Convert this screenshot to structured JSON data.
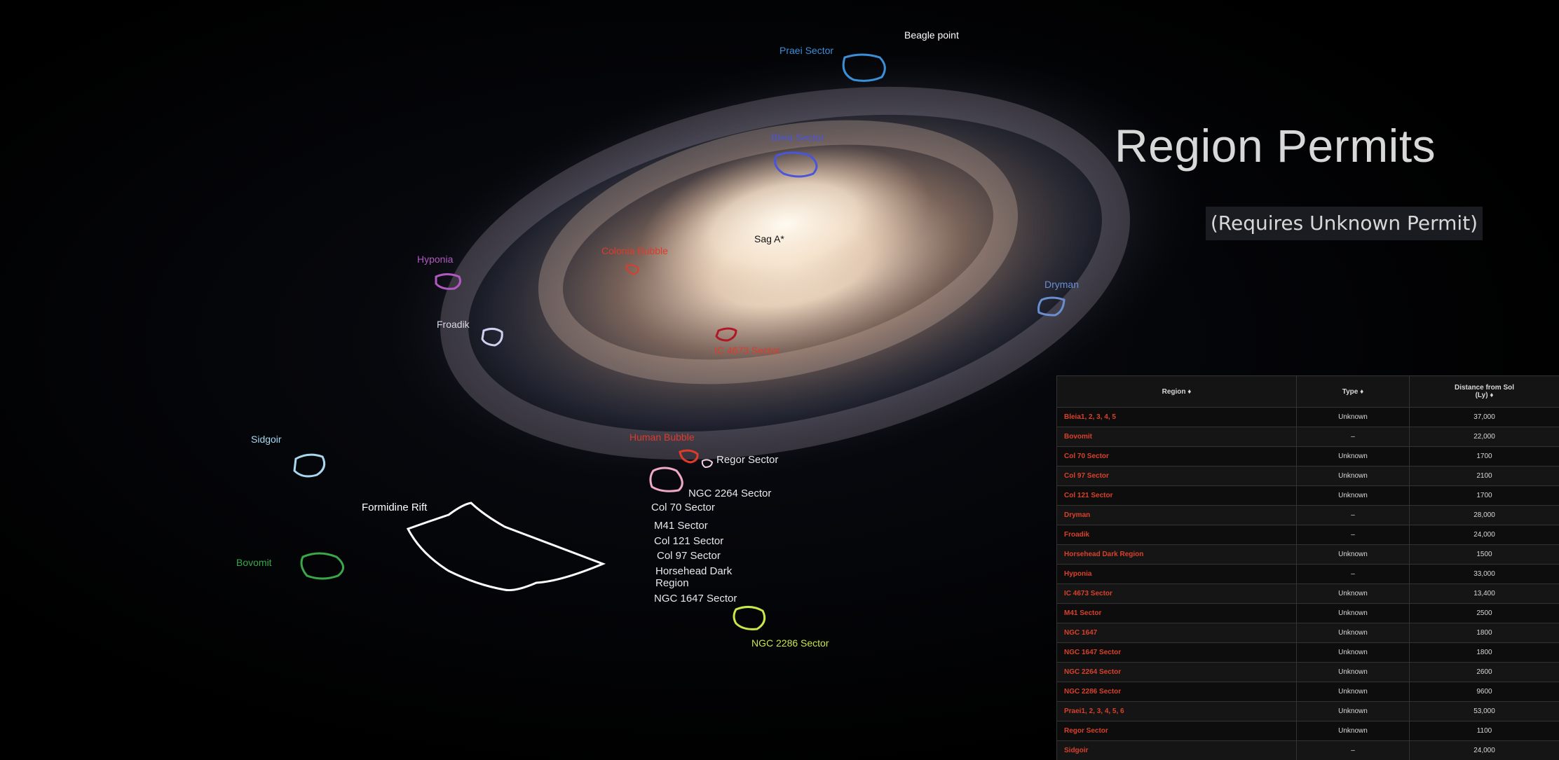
{
  "title": "Region Permits",
  "subtitle": "(Requires Unknown Permit)",
  "map_labels": {
    "beagle_point": "Beagle point",
    "praei_sector": "Praei Sector",
    "bleia_sector": "Bleia Sector",
    "sag_a": "Sag A*",
    "colonia_bubble": "Colonia Bubble",
    "hyponia": "Hyponia",
    "dryman": "Dryman",
    "froadik": "Froadik",
    "ic4673_sector": "IC 4673 Sector",
    "sidgoir": "Sidgoir",
    "human_bubble": "Human Bubble",
    "regor_sector": "Regor Sector",
    "ngc2264_sector": "NGC 2264 Sector",
    "col70_sector": "Col 70 Sector",
    "formidine_rift": "Formidine Rift",
    "m41_sector": "M41 Sector",
    "col121_sector": "Col 121 Sector",
    "col97_sector": "Col 97 Sector",
    "horsehead_line1": "Horsehead Dark",
    "horsehead_line2": "Region",
    "ngc1647_sector": "NGC 1647 Sector",
    "bovomit": "Bovomit",
    "ngc2286_sector": "NGC 2286 Sector"
  },
  "colors": {
    "praei": "#3a8fd8",
    "bleia": "#4a55d8",
    "colonia": "#e03a2a",
    "hyponia": "#b05ac0",
    "dryman": "#6a8ed0",
    "froadik": "#d0d0f0",
    "ic4673": "#b01828",
    "sidgoir": "#a8d8f0",
    "human": "#e03a2a",
    "regor": "#f0d0e0",
    "ngc2264": "#f0a8c8",
    "formidine": "#ffffff",
    "bovomit": "#3aa84a",
    "ngc2286": "#c8e84a",
    "region_text": "#d9412b"
  },
  "table": {
    "headers": {
      "region": "Region ♦",
      "type": "Type ♦",
      "distance_line1": "Distance from Sol",
      "distance_line2": "(Ly) ♦"
    },
    "rows": [
      {
        "region": "Bleia1, 2, 3, 4, 5",
        "type": "Unknown",
        "distance": "37,000"
      },
      {
        "region": "Bovomit",
        "type": "–",
        "distance": "22,000"
      },
      {
        "region": "Col 70 Sector",
        "type": "Unknown",
        "distance": "1700"
      },
      {
        "region": "Col 97 Sector",
        "type": "Unknown",
        "distance": "2100"
      },
      {
        "region": "Col 121 Sector",
        "type": "Unknown",
        "distance": "1700"
      },
      {
        "region": "Dryman",
        "type": "–",
        "distance": "28,000"
      },
      {
        "region": "Froadik",
        "type": "–",
        "distance": "24,000"
      },
      {
        "region": "Horsehead Dark Region",
        "type": "Unknown",
        "distance": "1500"
      },
      {
        "region": "Hyponia",
        "type": "–",
        "distance": "33,000"
      },
      {
        "region": "IC 4673 Sector",
        "type": "Unknown",
        "distance": "13,400"
      },
      {
        "region": "M41 Sector",
        "type": "Unknown",
        "distance": "2500"
      },
      {
        "region": "NGC 1647",
        "type": "Unknown",
        "distance": "1800"
      },
      {
        "region": "NGC 1647 Sector",
        "type": "Unknown",
        "distance": "1800"
      },
      {
        "region": "NGC 2264 Sector",
        "type": "Unknown",
        "distance": "2600"
      },
      {
        "region": "NGC 2286 Sector",
        "type": "Unknown",
        "distance": "9600"
      },
      {
        "region": "Praei1, 2, 3, 4, 5, 6",
        "type": "Unknown",
        "distance": "53,000"
      },
      {
        "region": "Regor Sector",
        "type": "Unknown",
        "distance": "1100"
      },
      {
        "region": "Sidgoir",
        "type": "–",
        "distance": "24,000"
      }
    ]
  }
}
